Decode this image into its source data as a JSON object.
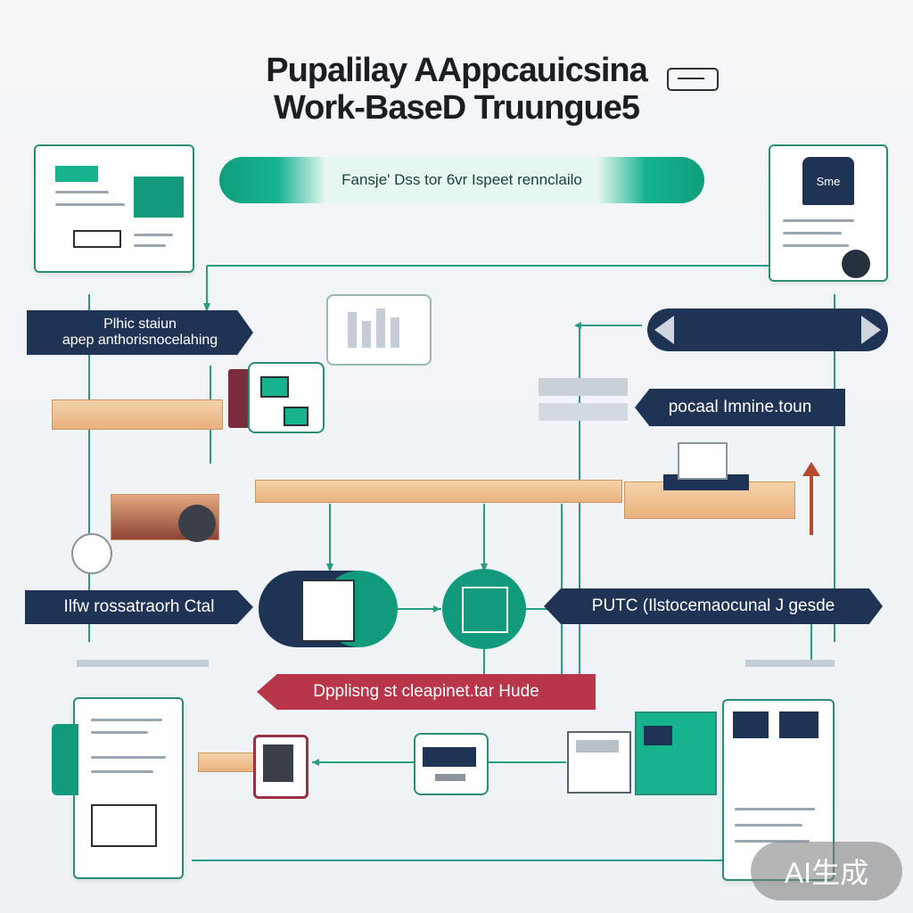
{
  "title": {
    "line1": "Pupalilay AAppcauicsina",
    "line2": "Work-BaseD Truungue5"
  },
  "banner": {
    "text": "Fansje' Dss tor 6vr Ispeet rennclailo"
  },
  "labels": {
    "left_top": {
      "line1": "Plhic staiun",
      "line2": "apep anthorisnocelahing"
    },
    "right_top": "",
    "right_mid": "pocaal Imnine.toun",
    "left_bottom": "Ilfw rossatraorh  Ctal",
    "right_bottom": "PUTC (Ilstocemaocunal J gesde",
    "center_red": "Dpplisng st cleapinet.tar Hude"
  },
  "icons": {
    "top_right_doc_badge": "Sme"
  },
  "watermark": "AI生成",
  "colors": {
    "teal": "#16b38e",
    "navy": "#1f3354",
    "red": "#b8354a",
    "beam": "#e8b27e",
    "line": "#2a9c84"
  }
}
